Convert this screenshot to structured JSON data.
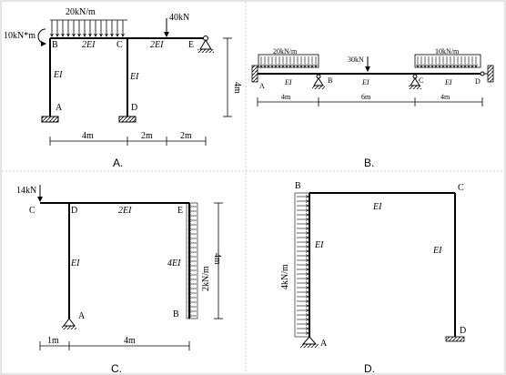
{
  "panels": {
    "A": {
      "caption": "A.",
      "load_dist": "20kN/m",
      "load_point": "40kN",
      "moment": "10kN*m",
      "node_B": "B",
      "node_C": "C",
      "node_E": "E",
      "node_A": "A",
      "node_D": "D",
      "ei_BC": "2EI",
      "ei_CE": "2EI",
      "ei_AB": "EI",
      "ei_CD": "EI",
      "dim_h": "4m",
      "dim_1": "4m",
      "dim_2": "2m",
      "dim_3": "2m"
    },
    "B": {
      "caption": "B.",
      "load_1": "20kN/m",
      "load_2": "30kN",
      "load_3": "10kN/m",
      "node_A": "A",
      "node_B": "B",
      "node_C": "C",
      "node_D": "D",
      "ei_1": "EI",
      "ei_2": "EI",
      "ei_3": "EI",
      "dim_1": "4m",
      "dim_2": "6m",
      "dim_3": "4m"
    },
    "C": {
      "caption": "C.",
      "load_point": "14kN",
      "load_dist": "2kN/m",
      "node_C": "C",
      "node_D": "D",
      "node_E": "E",
      "node_A": "A",
      "node_B": "B",
      "ei_DE": "2EI",
      "ei_DA": "EI",
      "ei_EB": "4EI",
      "dim_h": "4m",
      "dim_1": "1m",
      "dim_2": "4m"
    },
    "D": {
      "caption": "D.",
      "load_dist": "4kN/m",
      "node_B": "B",
      "node_C": "C",
      "node_A": "A",
      "node_D": "D",
      "ei_BC": "EI",
      "ei_AB": "EI",
      "ei_CD": "EI"
    }
  },
  "colors": {
    "line": "#000000",
    "grid_border": "#c8c8c8"
  }
}
